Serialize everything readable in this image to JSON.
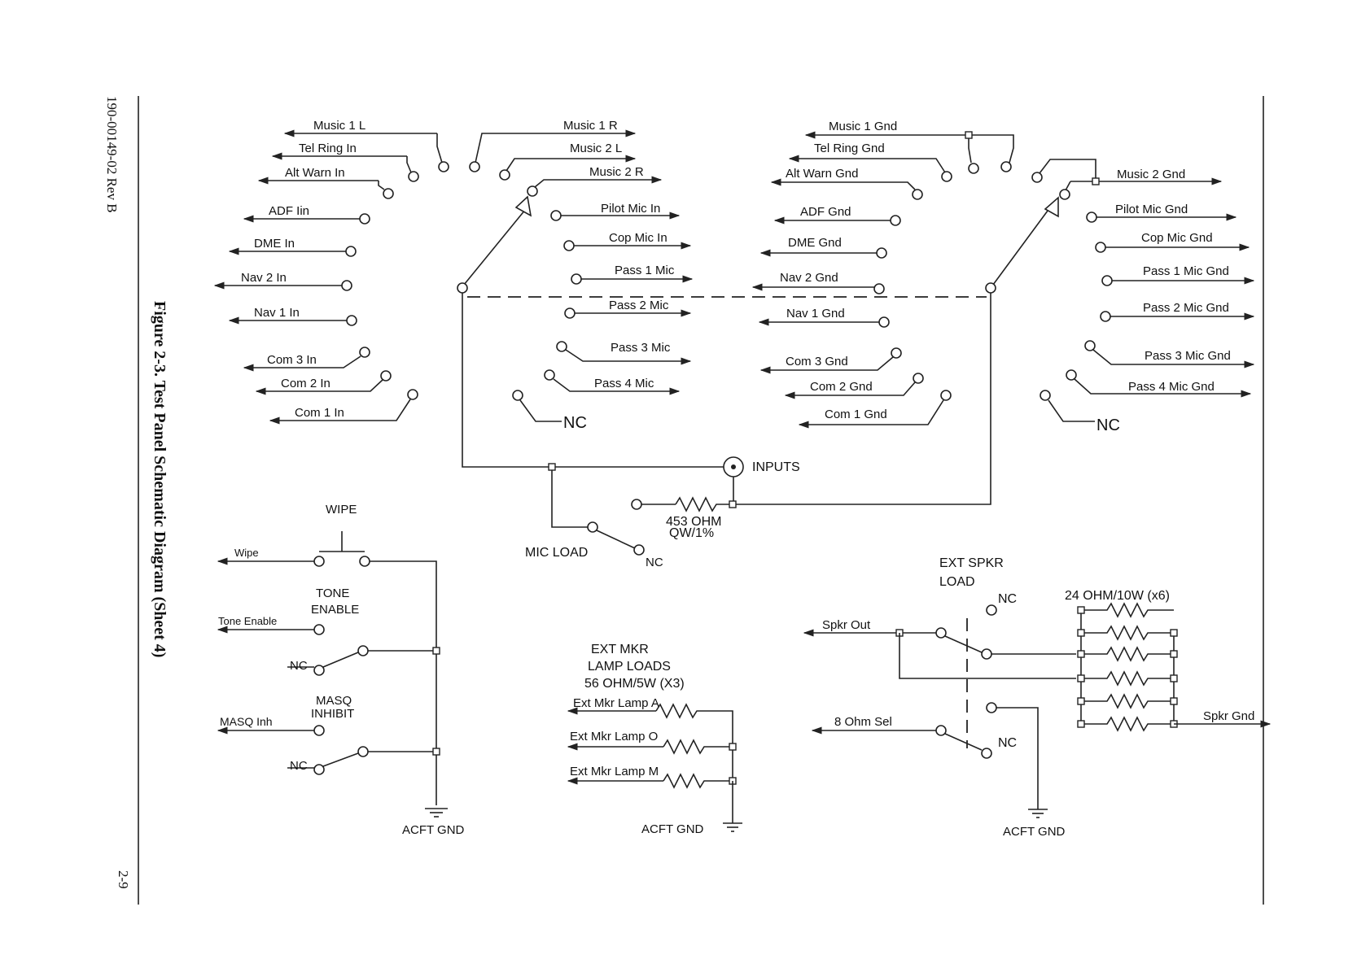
{
  "page": {
    "doc_number": "190-00149-02 Rev B",
    "figure_caption": "Figure 2-3.  Test Panel Schematic Diagram (Sheet 4)",
    "page_number": "2-9"
  },
  "outputs_left": [
    {
      "id": "music-1-l",
      "label": "Music 1 L"
    },
    {
      "id": "tel-ring-in",
      "label": "Tel Ring In"
    },
    {
      "id": "alt-warn-in",
      "label": "Alt Warn In"
    },
    {
      "id": "adf-in",
      "label": "ADF Iin"
    },
    {
      "id": "dme-in",
      "label": "DME In"
    },
    {
      "id": "nav-2-in",
      "label": "Nav 2 In"
    },
    {
      "id": "nav-1-in",
      "label": "Nav 1 In"
    },
    {
      "id": "com-3-in",
      "label": "Com 3 In"
    },
    {
      "id": "com-2-in",
      "label": "Com 2 In"
    },
    {
      "id": "com-1-in",
      "label": "Com 1 In"
    }
  ],
  "outputs_center_left": [
    {
      "id": "music-1-r",
      "label": "Music 1 R"
    },
    {
      "id": "music-2-l",
      "label": "Music 2 L"
    },
    {
      "id": "music-2-r",
      "label": "Music 2 R"
    },
    {
      "id": "pilot-mic-in",
      "label": "Pilot Mic In"
    },
    {
      "id": "cop-mic-in",
      "label": "Cop Mic In"
    },
    {
      "id": "pass-1-mic",
      "label": "Pass 1 Mic"
    },
    {
      "id": "pass-2-mic",
      "label": "Pass 2 Mic"
    },
    {
      "id": "pass-3-mic",
      "label": "Pass 3 Mic"
    },
    {
      "id": "pass-4-mic",
      "label": "Pass 4 Mic"
    }
  ],
  "outputs_center_right": [
    {
      "id": "music-1-gnd",
      "label": "Music 1 Gnd"
    },
    {
      "id": "tel-ring-gnd",
      "label": "Tel Ring Gnd"
    },
    {
      "id": "alt-warn-gnd",
      "label": "Alt Warn Gnd"
    },
    {
      "id": "adf-gnd",
      "label": "ADF Gnd"
    },
    {
      "id": "dme-gnd",
      "label": "DME Gnd"
    },
    {
      "id": "nav-2-gnd",
      "label": "Nav 2 Gnd"
    },
    {
      "id": "nav-1-gnd",
      "label": "Nav 1 Gnd"
    },
    {
      "id": "com-3-gnd",
      "label": "Com 3 Gnd"
    },
    {
      "id": "com-2-gnd",
      "label": "Com 2 Gnd"
    },
    {
      "id": "com-1-gnd",
      "label": "Com 1 Gnd"
    }
  ],
  "outputs_right": [
    {
      "id": "music-2-gnd",
      "label": "Music 2 Gnd"
    },
    {
      "id": "pilot-mic-gnd",
      "label": "Pilot Mic Gnd"
    },
    {
      "id": "cop-mic-gnd",
      "label": "Cop Mic Gnd"
    },
    {
      "id": "pass-1-mic-gnd",
      "label": "Pass 1 Mic Gnd"
    },
    {
      "id": "pass-2-mic-gnd",
      "label": "Pass 2 Mic Gnd"
    },
    {
      "id": "pass-3-mic-gnd",
      "label": "Pass 3 Mic Gnd"
    },
    {
      "id": "pass-4-mic-gnd",
      "label": "Pass 4 Mic Gnd"
    }
  ],
  "labels": {
    "nc": "NC",
    "inputs": "INPUTS",
    "resistor_453": "453 OHM",
    "resistor_453_spec": "QW/1%",
    "mic_load": "MIC LOAD",
    "wipe_title": "WIPE",
    "wipe_out": "Wipe",
    "tone_title_1": "TONE",
    "tone_title_2": "ENABLE",
    "tone_out": "Tone Enable",
    "masq_title_1": "MASQ",
    "masq_title_2": "INHIBIT",
    "masq_out": "MASQ Inh",
    "acft_gnd": "ACFT GND",
    "ext_mkr_1": "EXT MKR",
    "ext_mkr_2": "LAMP LOADS",
    "ext_mkr_3": "56 OHM/5W (X3)",
    "lamp_a": "Ext Mkr Lamp A",
    "lamp_o": "Ext Mkr Lamp O",
    "lamp_m": "Ext Mkr Lamp M",
    "ext_spkr_1": "EXT SPKR",
    "ext_spkr_2": "LOAD",
    "spkr_bank": "24 OHM/10W (x6)",
    "spkr_out": "Spkr Out",
    "ohm_sel": "8 Ohm Sel",
    "spkr_gnd": "Spkr Gnd"
  }
}
